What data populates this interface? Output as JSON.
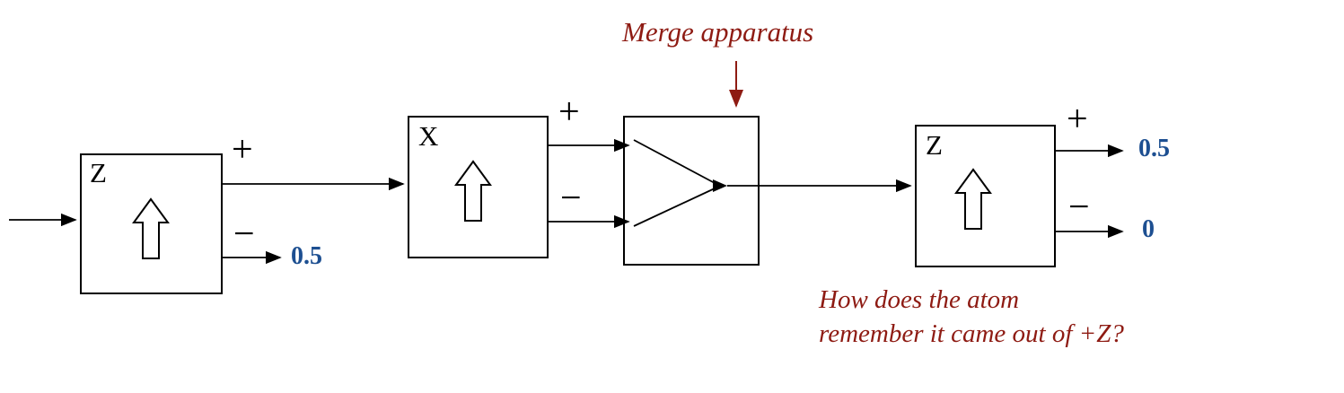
{
  "diagram": {
    "boxes": {
      "z1_label": "Z",
      "x_label": "X",
      "z2_label": "Z"
    },
    "ports": {
      "plus": "+",
      "minus": "−"
    },
    "values": {
      "z1_minus_prob": "0.5",
      "z2_plus_prob": "0.5",
      "z2_minus_prob": "0"
    },
    "annotations": {
      "merge_label": "Merge apparatus",
      "question_line1": "How does the atom",
      "question_line2": "remember it came out of +Z?"
    },
    "colors": {
      "value_blue": "#1d4f91",
      "annotation_red": "#8e1b13",
      "line_black": "#000000"
    }
  }
}
